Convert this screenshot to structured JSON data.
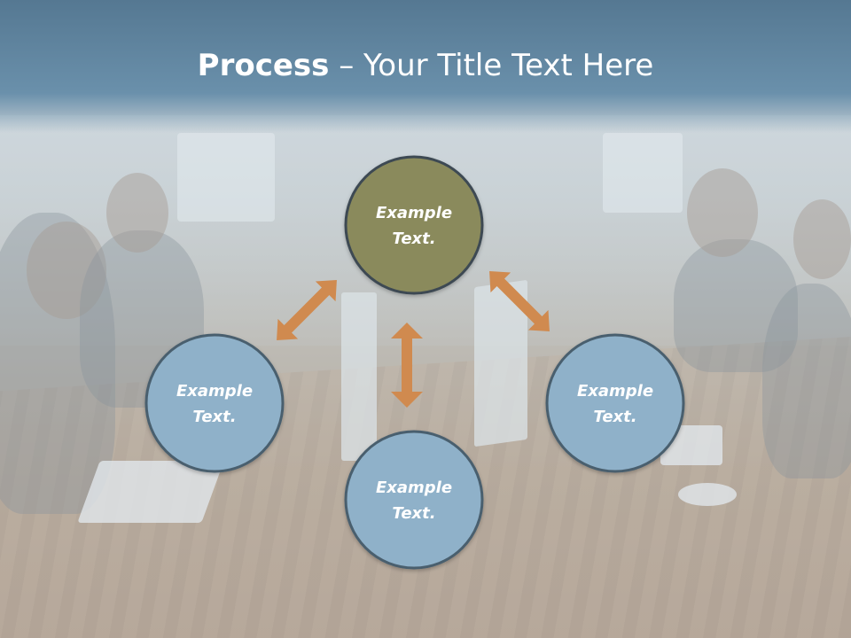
{
  "title": {
    "bold": "Process",
    "dash": " – ",
    "rest": "Your Title Text Here"
  },
  "colors": {
    "title_band": "#5f86a2",
    "center_node": "#8a8a5c",
    "outer_node": "#8fb1c9",
    "node_border": "#4a5f6e",
    "arrow": "#d08a4f"
  },
  "nodes": [
    {
      "id": "top",
      "line1": "Example",
      "line2": "Text."
    },
    {
      "id": "left",
      "line1": "Example",
      "line2": "Text."
    },
    {
      "id": "bottom",
      "line1": "Example",
      "line2": "Text."
    },
    {
      "id": "right",
      "line1": "Example",
      "line2": "Text."
    }
  ]
}
